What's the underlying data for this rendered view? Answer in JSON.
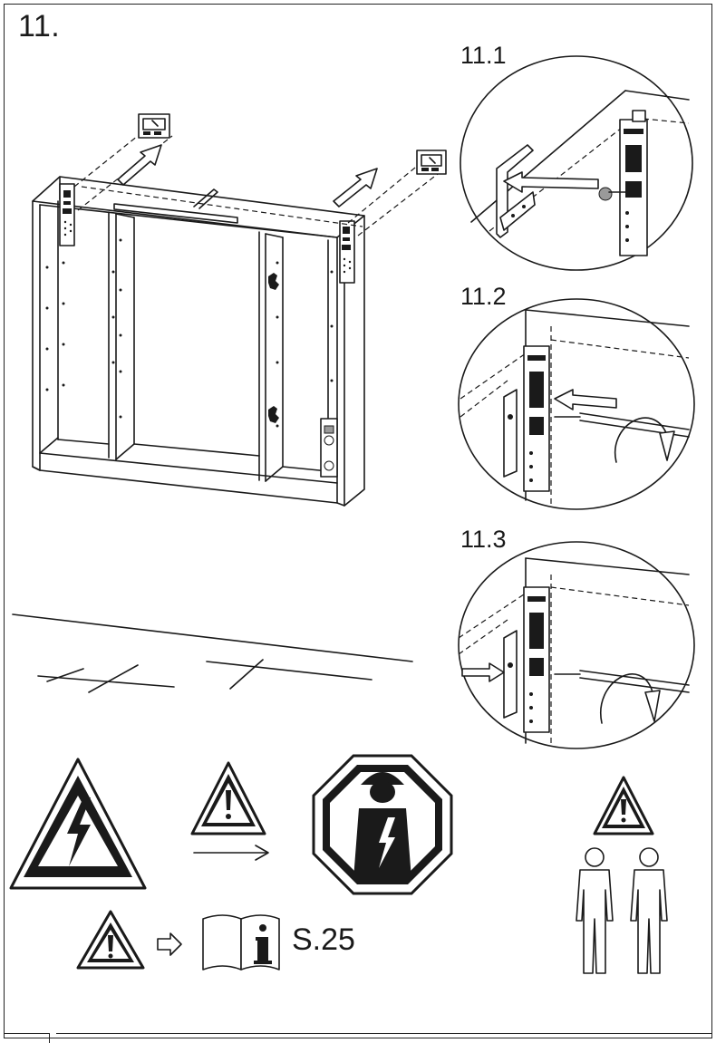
{
  "step": {
    "number": "11."
  },
  "details": [
    {
      "label": "11.1"
    },
    {
      "label": "11.2"
    },
    {
      "label": "11.3"
    }
  ],
  "reference": {
    "page": "S.25"
  },
  "icons": {
    "electric_hazard": "electric-hazard-warning-triangle",
    "caution": "caution-triangle",
    "electrician": "qualified-electrician-octagon",
    "manual": "information-manual-book",
    "two_persons": "two-persons-required"
  }
}
